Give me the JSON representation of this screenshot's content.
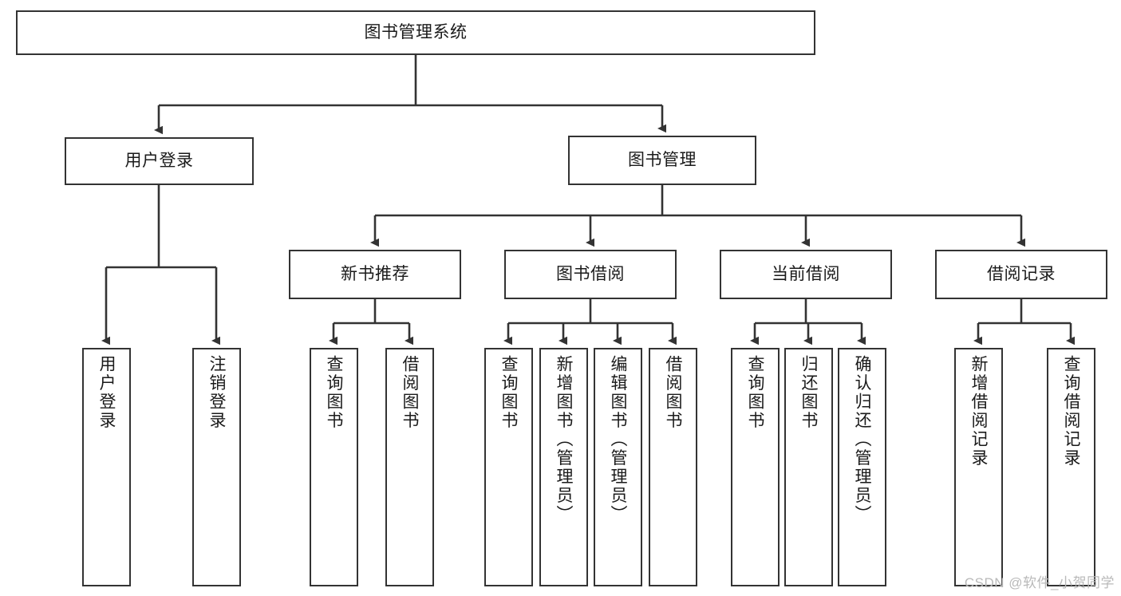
{
  "diagram": {
    "title": "图书管理系统",
    "type": "tree-hierarchy-diagram",
    "watermark": "CSDN @软件_小贺同学",
    "colors": {
      "stroke": "#333333",
      "background": "#ffffff",
      "text": "#1a1a1a",
      "watermark": "#b9b9b9"
    },
    "root": {
      "label": "图书管理系统"
    },
    "level2": [
      {
        "label": "用户登录"
      },
      {
        "label": "图书管理"
      }
    ],
    "level3": [
      {
        "label": "新书推荐"
      },
      {
        "label": "图书借阅"
      },
      {
        "label": "当前借阅"
      },
      {
        "label": "借阅记录"
      }
    ],
    "leaves": {
      "user_login": [
        {
          "label": "用户登录"
        },
        {
          "label": "注销登录"
        }
      ],
      "new_book_recommend": [
        {
          "label": "查询图书"
        },
        {
          "label": "借阅图书"
        }
      ],
      "book_borrow": [
        {
          "label": "查询图书"
        },
        {
          "label": "新增图书（管理员）"
        },
        {
          "label": "编辑图书（管理员）"
        },
        {
          "label": "借阅图书"
        }
      ],
      "current_borrow": [
        {
          "label": "查询图书"
        },
        {
          "label": "归还图书"
        },
        {
          "label": "确认归还（管理员）"
        }
      ],
      "borrow_record": [
        {
          "label": "新增借阅记录"
        },
        {
          "label": "查询借阅记录"
        }
      ]
    }
  }
}
